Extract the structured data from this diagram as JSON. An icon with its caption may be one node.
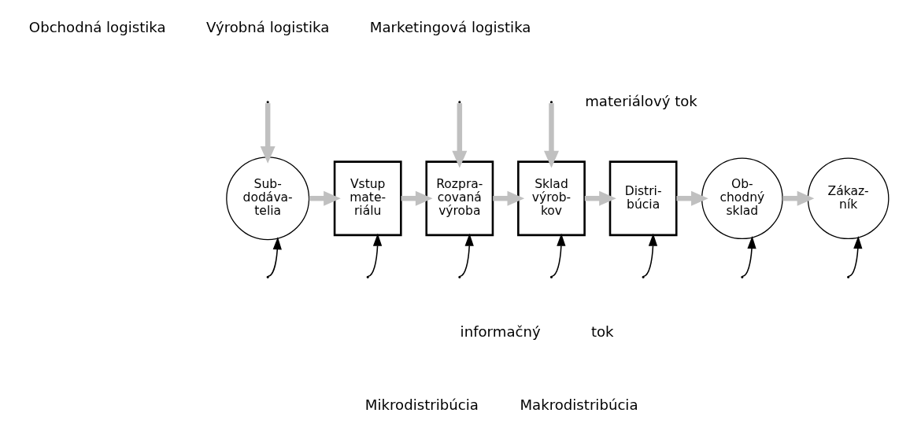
{
  "diagram": {
    "nodes": [
      {
        "text": [
          "Sub- dodáva- telia"
        ]
      },
      {
        "text": [
          "Vstup mate- riálu"
        ]
      },
      {
        "text": [
          "Rozpra- covaná výroba"
        ]
      },
      {
        "text": [
          "Sklad výrob- kov"
        ]
      },
      {
        "text": [
          "Distri- búcia"
        ]
      },
      {
        "text": [
          "Ob- chodný sklad"
        ]
      },
      {
        "text": [
          "Zákaz- ník"
        ]
      }
    ],
    "edges": [
      {
        "from": 0,
        "to": 1,
        "arrow": "to"
      },
      {
        "from": 1,
        "to": 2,
        "arrow": "to"
      },
      {
        "from": 2,
        "to": 3,
        "arrow": "to"
      },
      {
        "from": 3,
        "to": 4,
        "arrow": "to"
      },
      {
        "from": 4,
        "to": 5,
        "arrow": "to"
      },
      {
        "from": 5,
        "to": 6,
        "arrow": "to"
      },
      {
        "from": null,
        "to": 0,
        "arrow": "to"
      },
      {
        "from": null,
        "to": 2,
        "arrow": "to"
      },
      {
        "from": null,
        "to": 3,
        "arrow": "to"
      },
      {
        "from": null,
        "to": 0,
        "arrow": "to",
        "color": "#000000"
      },
      {
        "from": null,
        "to": 1,
        "arrow": "to",
        "color": "#000000"
      },
      {
        "from": null,
        "to": 2,
        "arrow": "to",
        "color": "#000000"
      },
      {
        "from": null,
        "to": 3,
        "arrow": "to",
        "color": "#000000"
      },
      {
        "from": null,
        "to": 4,
        "arrow": "to",
        "color": "#000000"
      },
      {
        "from": null,
        "to": 5,
        "arrow": "to",
        "color": "#000000"
      },
      {
        "from": null,
        "to": 6,
        "arrow": "to",
        "color": "#000000"
      }
    ],
    "labels": [
      "Obchodná logistika",
      "Výrobná logistika",
      "Marketingová logistika",
      "materiálový tok",
      "informačný",
      "tok",
      "Mikrodistribúcia",
      "Makrodistribúcia"
    ]
  }
}
